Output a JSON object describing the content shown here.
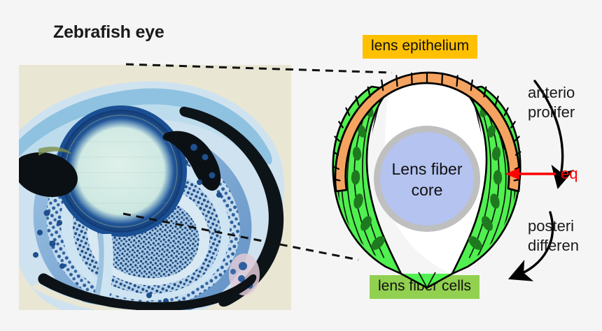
{
  "figure": {
    "title": "Zebrafish eye",
    "background_color": "#f5f5f5"
  },
  "histology_panel": {
    "name": "zebrafish-eye-histology-section",
    "description": "Toluidine-blue stained transverse histological section of a zebrafish eye showing lens, retina and pigmented epithelium",
    "background_color": "#e8e6d2"
  },
  "labels": {
    "lens_epithelium": {
      "text": "lens epithelium",
      "box_color": "#ffc000",
      "text_color": "#101010"
    },
    "lens_fiber_cells": {
      "text": "lens fiber cells",
      "box_color": "#92d050",
      "text_color": "#101010"
    }
  },
  "diagram": {
    "core_label_line1": "Lens fiber",
    "core_label_line2": "core",
    "core_fill": "#b4c3f0",
    "core_ring": "#bfbfbf",
    "epithelium_fill": "#f4a460",
    "fiber_fill": "#4ff04f",
    "fiber_nucleus_fill": "#1f7a1f",
    "outline_color": "#000000"
  },
  "annotations": {
    "anterior_line1": "anterio",
    "anterior_line2": "prolifer",
    "posterior_line1": "posteri",
    "posterior_line2": "differen",
    "equator": "eq",
    "equator_color": "#ff0000",
    "arrow_color": "#000000"
  }
}
